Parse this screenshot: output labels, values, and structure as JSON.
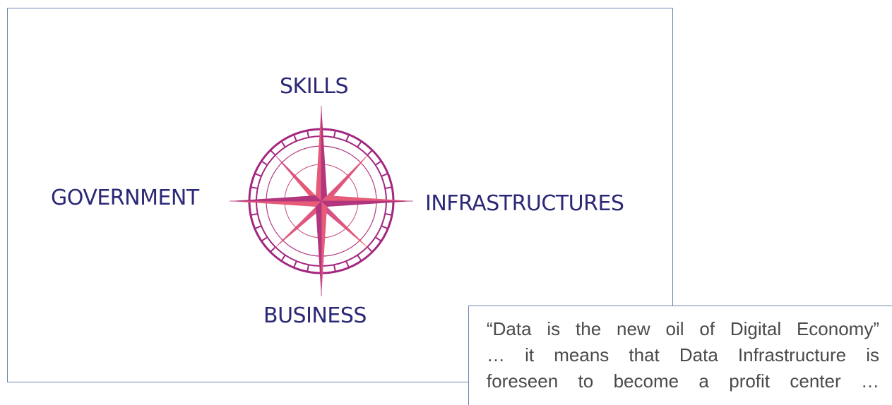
{
  "compass": {
    "directions": {
      "north": "SKILLS",
      "west": "GOVERNMENT",
      "east": "INFRASTRUCTURES",
      "south": "BUSINESS"
    },
    "colors": {
      "label": "#2b2876",
      "ring": "#a3267f",
      "star": "#e23e63"
    }
  },
  "callout": {
    "lines": [
      "“Data is the new oil of Digital Economy”",
      "… it means that Data Infrastructure is",
      "foreseen to become a profit center …"
    ]
  },
  "colors": {
    "border": "#6b86b0",
    "callout_text": "#4a4a4a"
  }
}
